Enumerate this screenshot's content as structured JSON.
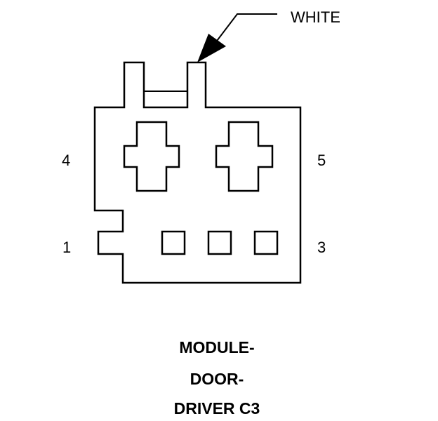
{
  "callout": {
    "label": "WHITE"
  },
  "pins": [
    {
      "id": "4",
      "label": "4"
    },
    {
      "id": "5",
      "label": "5"
    },
    {
      "id": "1",
      "label": "1"
    },
    {
      "id": "3",
      "label": "3"
    }
  ],
  "title": {
    "line1": "MODULE-",
    "line2": "DOOR-",
    "line3": "DRIVER C3"
  },
  "colors": {
    "stroke": "#000000",
    "background": "#ffffff"
  }
}
